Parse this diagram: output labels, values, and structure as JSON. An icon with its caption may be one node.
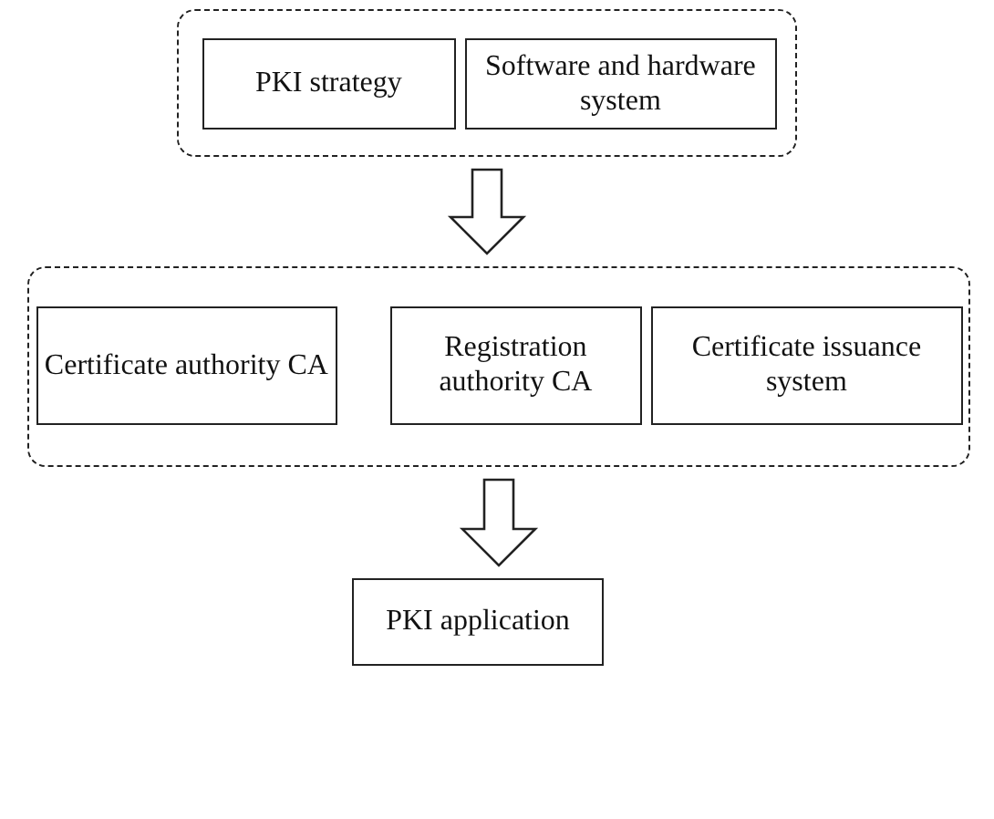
{
  "diagram": {
    "nodes": [
      {
        "text": [],
        "shape": "box"
      },
      {
        "text": [
          "PKI strategy"
        ],
        "in": 0
      },
      {
        "text": [
          "Software and hardware system"
        ],
        "in": 0
      },
      {
        "text": [],
        "shape": "box"
      },
      {
        "text": [
          "Certificate authority CA"
        ],
        "in": 3
      },
      {
        "text": [
          "Registration authority CA"
        ],
        "in": 3
      },
      {
        "text": [
          "Certificate issuance system"
        ],
        "in": 3
      },
      {
        "text": [
          "PKI application"
        ]
      }
    ],
    "edges": [
      {
        "from": 0,
        "to": 3,
        "arrow": "to"
      },
      {
        "from": 3,
        "to": 7,
        "arrow": "to"
      }
    ]
  }
}
